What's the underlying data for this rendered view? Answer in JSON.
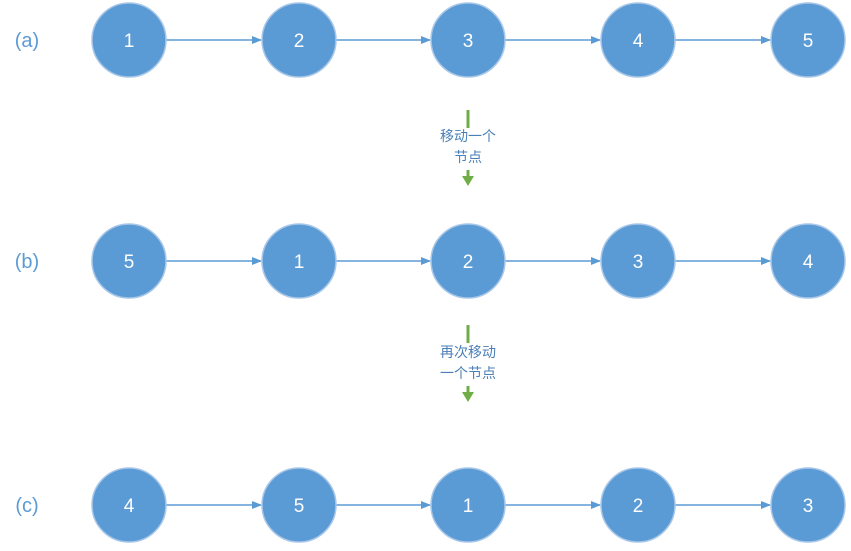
{
  "colors": {
    "node_fill": "#5b9bd5",
    "node_stroke": "#a9c7e8",
    "edge": "#5b9bd5",
    "step_arrow": "#70ad47",
    "step_text": "#4a7fb8",
    "row_label": "#5b9bd5"
  },
  "rows": [
    {
      "label": "(a)",
      "nodes": [
        "1",
        "2",
        "3",
        "4",
        "5"
      ]
    },
    {
      "label": "(b)",
      "nodes": [
        "5",
        "1",
        "2",
        "3",
        "4"
      ]
    },
    {
      "label": "(c)",
      "nodes": [
        "4",
        "5",
        "1",
        "2",
        "3"
      ]
    }
  ],
  "steps": [
    {
      "lines": [
        "移动一个",
        "节点"
      ]
    },
    {
      "lines": [
        "再次移动",
        "一个节点"
      ]
    }
  ]
}
